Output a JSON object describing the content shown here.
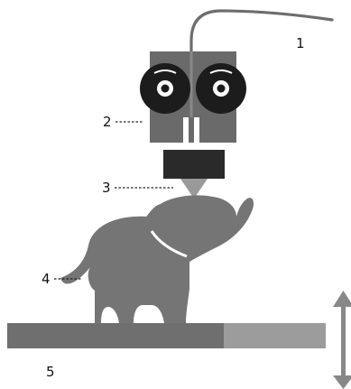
{
  "diagram": {
    "labels": [
      "1",
      "2",
      "3",
      "4",
      "5"
    ],
    "colors": {
      "filament": "#6d6d6d",
      "extruder_body": "#6a6a6a",
      "drive_wheel": "#1c1c1c",
      "hot_end": "#2a2a2a",
      "nozzle": "#9a9a9a",
      "print_object": "#757575",
      "build_plate_dark": "#6f6f6f",
      "build_plate_light": "#9c9c9c",
      "axis_arrow": "#888888"
    },
    "icons": [
      "filament",
      "extruder-drive",
      "hot-end-nozzle",
      "printed-elephant",
      "build-plate",
      "vertical-axis-arrow"
    ]
  }
}
